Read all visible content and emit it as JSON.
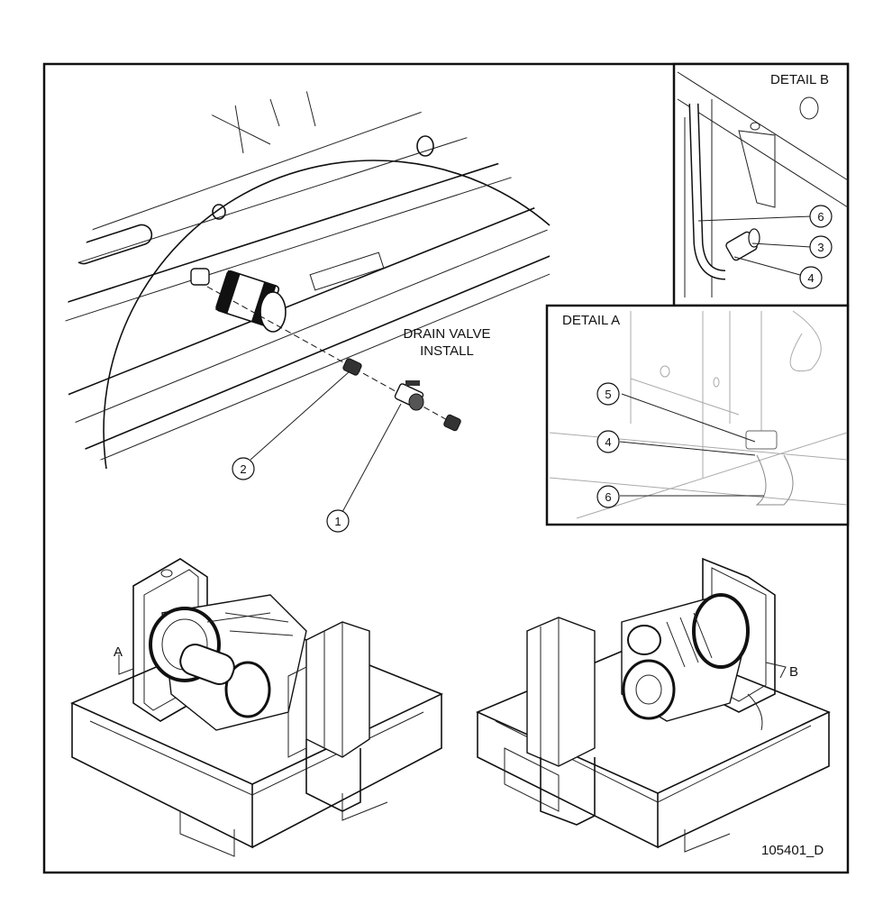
{
  "drain_valve_label_line1": "DRAIN VALVE",
  "drain_valve_label_line2": "INSTALL",
  "detail_a_label": "DETAIL A",
  "detail_b_label": "DETAIL B",
  "drawing_number": "105401_D",
  "view_marker_a": "A",
  "view_marker_b": "B",
  "callouts_main": [
    "1",
    "2"
  ],
  "callouts_detail_a": [
    "5",
    "4",
    "6"
  ],
  "callouts_detail_b": [
    "6",
    "3",
    "4"
  ]
}
